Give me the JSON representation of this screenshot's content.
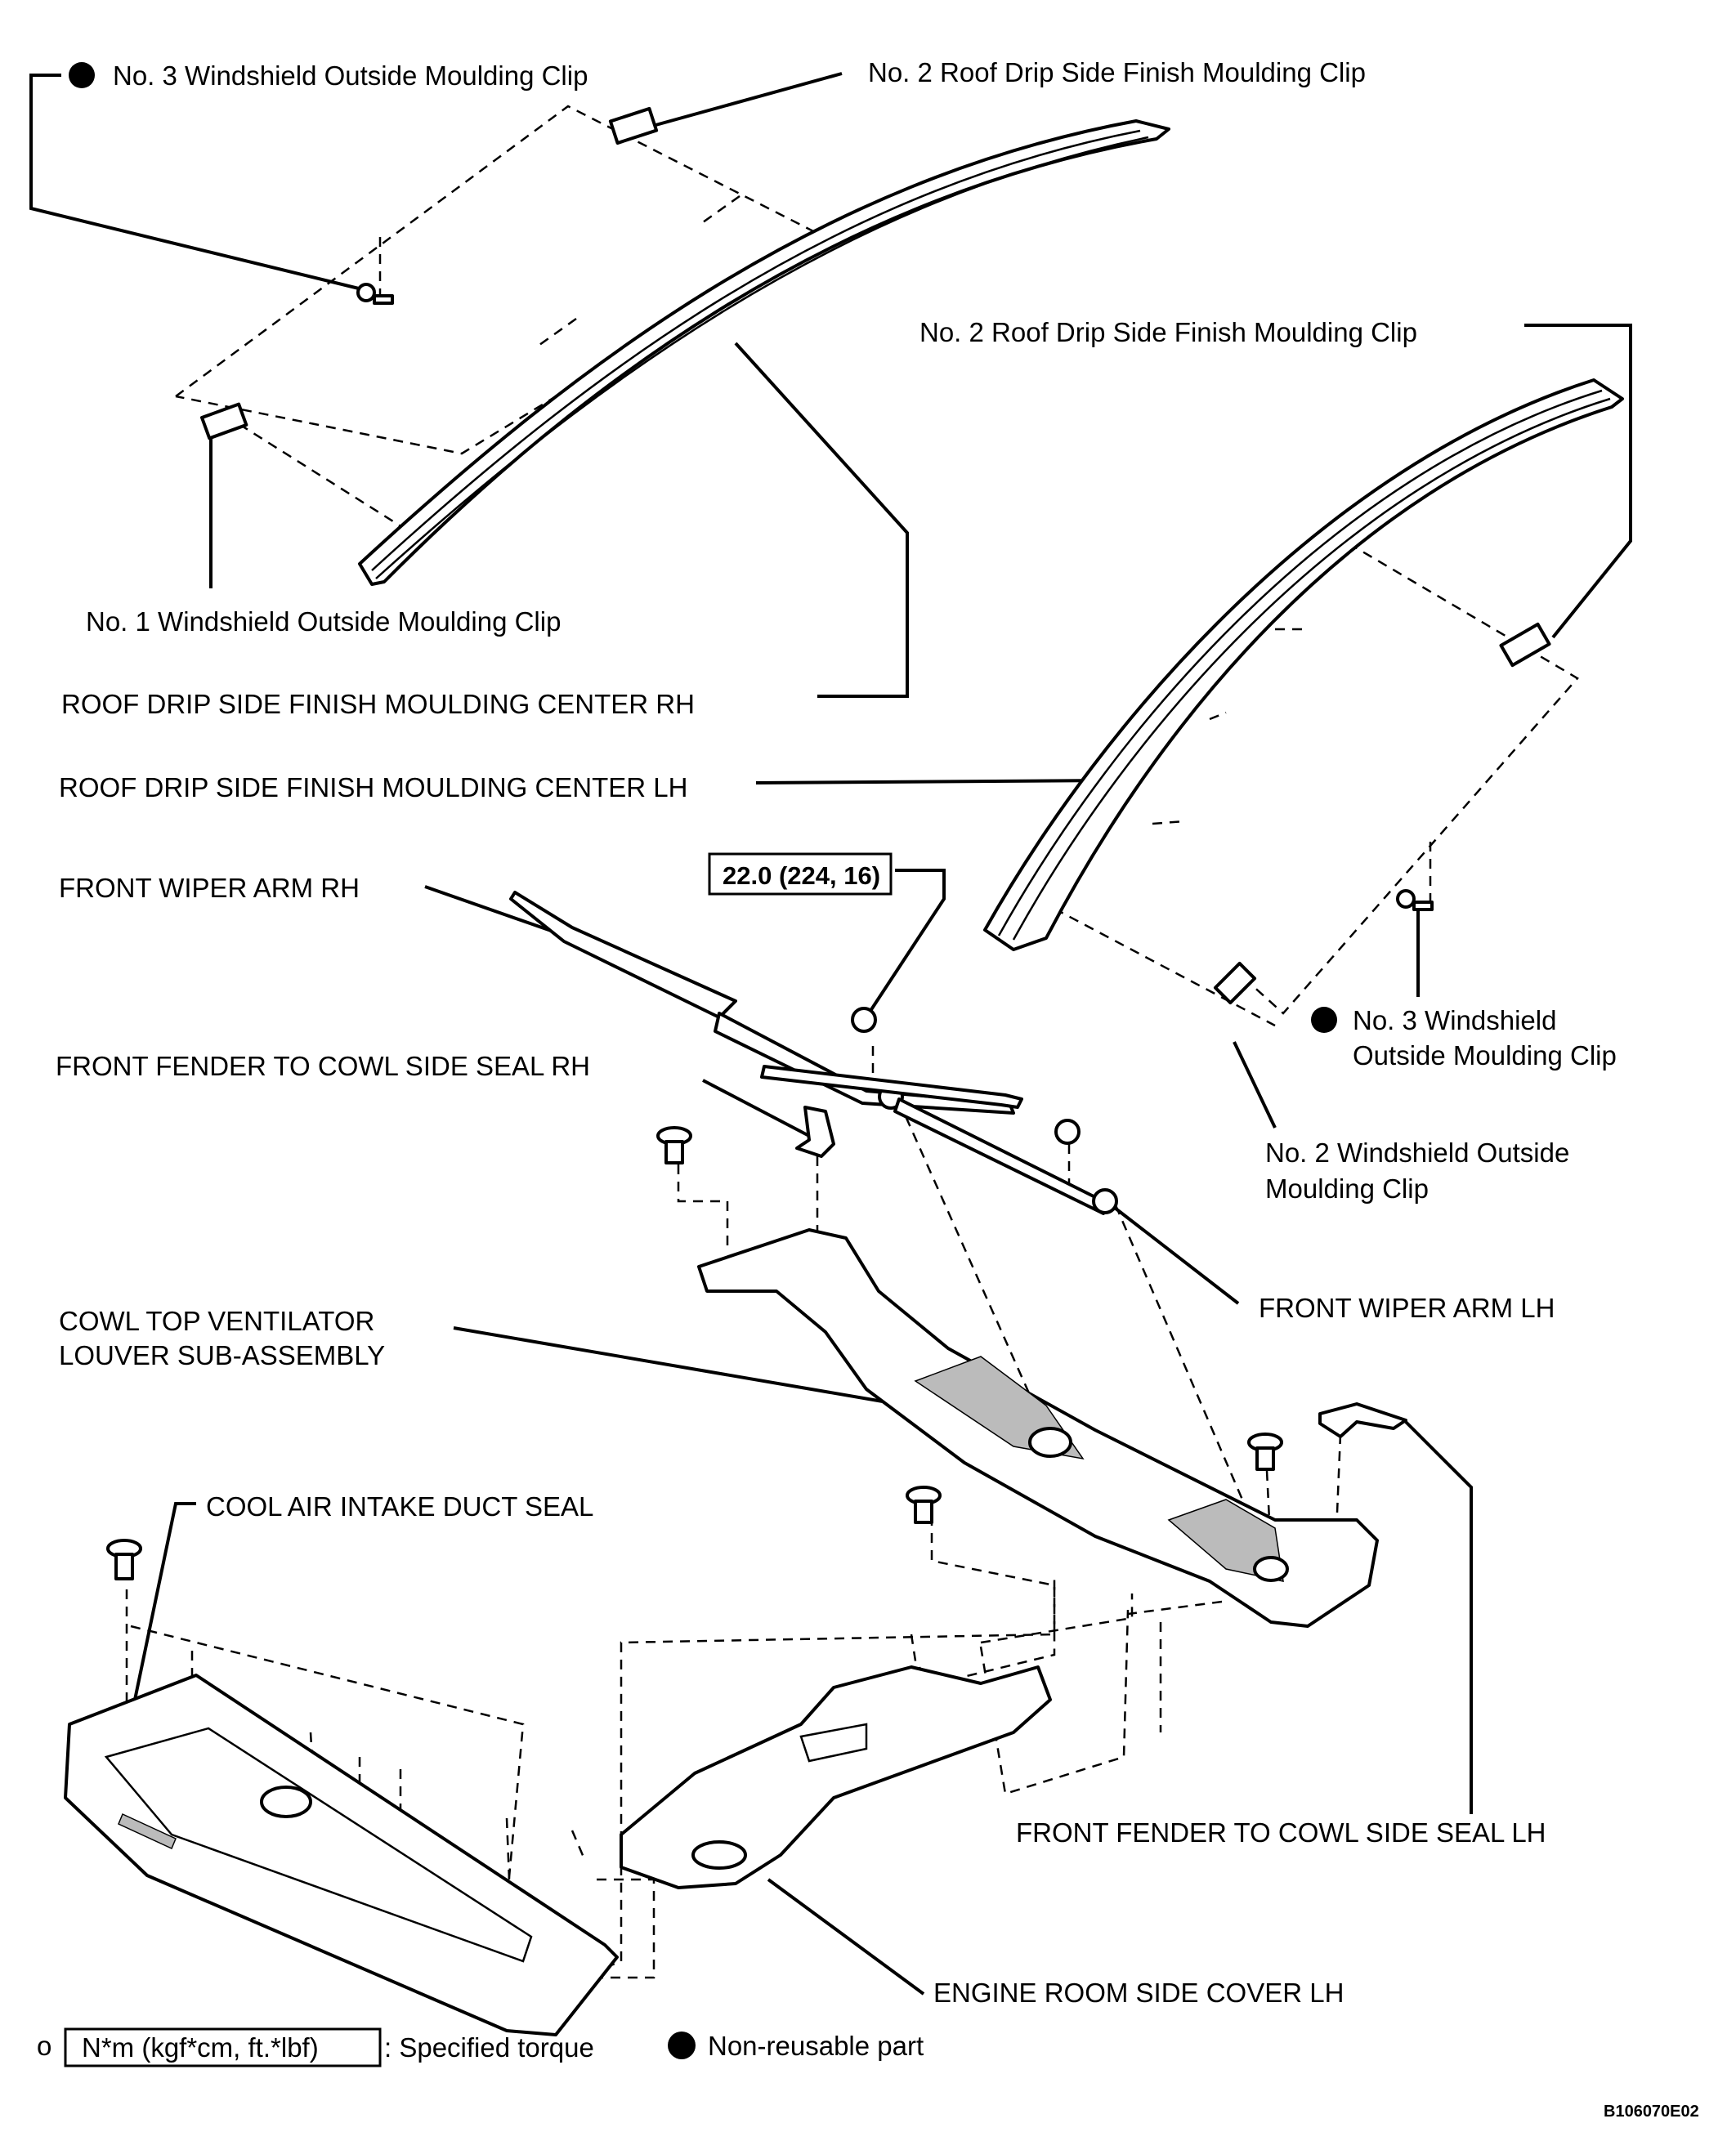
{
  "labels": {
    "no3_clip_top": "No. 3 Windshield Outside Moulding Clip",
    "no2_roof_clip_top": "No. 2 Roof Drip Side Finish Moulding Clip",
    "no2_roof_clip_right": "No. 2 Roof Drip Side Finish Moulding Clip",
    "no1_clip": "No. 1 Windshield Outside Moulding Clip",
    "roof_center_rh": "ROOF DRIP SIDE FINISH MOULDING CENTER RH",
    "roof_center_lh": "ROOF DRIP SIDE FINISH MOULDING CENTER LH",
    "wiper_rh": "FRONT WIPER ARM RH",
    "torque_value": "22.0 (224, 16)",
    "no3_clip_right_line1": "No. 3 Windshield",
    "no3_clip_right_line2": "Outside Moulding Clip",
    "seal_rh": "FRONT FENDER TO COWL SIDE SEAL RH",
    "no2_clip_line1": "No. 2 Windshield Outside",
    "no2_clip_line2": "Moulding Clip",
    "wiper_lh": "FRONT WIPER ARM LH",
    "cowl_line1": "COWL TOP VENTILATOR",
    "cowl_line2": "LOUVER SUB-ASSEMBLY",
    "cool_air": "COOL AIR INTAKE DUCT SEAL",
    "seal_lh": "FRONT FENDER TO COWL SIDE SEAL LH",
    "engine_cover": "ENGINE ROOM SIDE COVER LH"
  },
  "legend": {
    "torque_unit": "N*m (kgf*cm, ft.*lbf)",
    "torque_text": ": Specified torque",
    "nonreusable_text": "Non-reusable part"
  },
  "figure_code": "B106070E02",
  "icons": [
    "non-reusable-dot-icon",
    "torque-symbol-icon"
  ]
}
